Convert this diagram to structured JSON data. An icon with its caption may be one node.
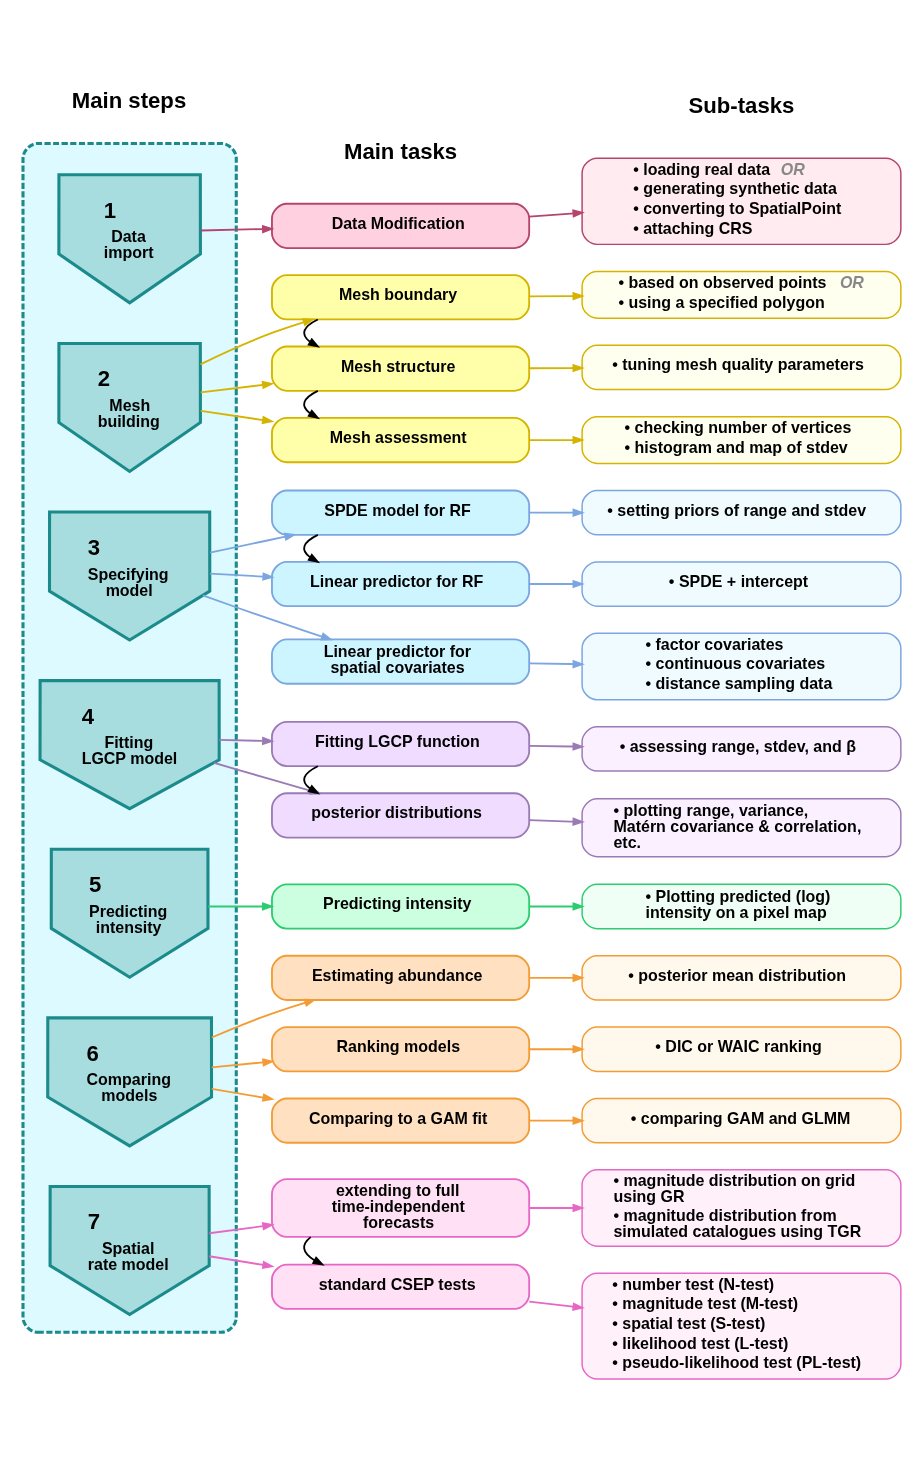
{
  "diagram": {
    "nodes": [
      {
        "text": [],
        "shape": "box"
      },
      {
        "text": [
          "1",
          "Data import"
        ],
        "in": 0
      },
      {
        "text": [
          "Data Modification"
        ]
      },
      {
        "text": [
          "• loading real data *OR*",
          "• generating synthetic data",
          "• converting to SpatialPoint",
          "• attaching CRS"
        ]
      },
      {
        "text": [
          "2",
          "Mesh building"
        ],
        "in": 0
      },
      {
        "text": [
          "Mesh boundary"
        ]
      },
      {
        "text": [
          "Mesh structure"
        ]
      },
      {
        "text": [
          "Mesh assessment"
        ]
      },
      {
        "text": [
          "• based on observed points *OR*",
          "• using a specified polygon"
        ]
      },
      {
        "text": [
          "• tuning mesh quality parameters"
        ]
      },
      {
        "text": [
          "• checking number of vertices",
          "• histogram and map of stdev"
        ]
      },
      {
        "text": [
          "3",
          "Specifying model"
        ],
        "in": 0
      },
      {
        "text": [
          "SPDE model for RF"
        ]
      },
      {
        "text": [
          "Linear predictor for RF"
        ]
      },
      {
        "text": [
          "Linear predictor for spatial covariates"
        ]
      },
      {
        "text": [
          "• setting priors of range and stdev"
        ]
      },
      {
        "text": [
          "• SPDE + intercept"
        ]
      },
      {
        "text": [
          "• factor covariates",
          "• continuous covariates",
          "• distance sampling data"
        ]
      },
      {
        "text": [
          "4",
          "Fitting LGCP model"
        ],
        "in": 0
      },
      {
        "text": [
          "Fitting LGCP function"
        ]
      },
      {
        "text": [
          "posterior distributions"
        ]
      },
      {
        "text": [
          "• assessing range, stdev, and β"
        ]
      },
      {
        "text": [
          "• plotting range, variance, Matérn covariance & correlation, etc."
        ]
      },
      {
        "text": [
          "5",
          "Predicting intensity"
        ],
        "in": 0
      },
      {
        "text": [
          "Predicting intensity"
        ]
      },
      {
        "text": [
          "• Plotting predicted (log) intensity on a pixel map"
        ]
      },
      {
        "text": [
          "6",
          "Comparing models"
        ],
        "in": 0
      },
      {
        "text": [
          "Estimating abundance"
        ]
      },
      {
        "text": [
          "Ranking models"
        ]
      },
      {
        "text": [
          "Comparing to a GAM fit"
        ]
      },
      {
        "text": [
          "• posterior mean distribution"
        ]
      },
      {
        "text": [
          "• DIC or WAIC ranking"
        ]
      },
      {
        "text": [
          "• comparing GAM and GLMM"
        ]
      },
      {
        "text": [
          "7",
          "Spatial rate model"
        ],
        "in": 0
      },
      {
        "text": [
          "extending to full time-independent forecasts"
        ]
      },
      {
        "text": [
          "standard CSEP tests"
        ]
      },
      {
        "text": [
          "• magnitude distribution on grid using GR",
          "• magnitude distribution from simulated catalogues using TGR"
        ]
      },
      {
        "text": [
          "• number test (N-test)",
          "• magnitude test (M-test)",
          "• spatial test (S-test)",
          "• likelihood test (L-test)",
          "• pseudo-likelihood test (PL-test)"
        ]
      }
    ],
    "edges": [
      {
        "from": 1,
        "to": 2,
        "arrow": "to",
        "color": "#b5446e"
      },
      {
        "from": 2,
        "to": 3,
        "arrow": "to",
        "color": "#b5446e"
      },
      {
        "from": 4,
        "to": 5,
        "arrow": "to",
        "color": "#d4b400"
      },
      {
        "from": 4,
        "to": 6,
        "arrow": "to",
        "color": "#d4b400"
      },
      {
        "from": 4,
        "to": 7,
        "arrow": "to",
        "color": "#d4b400"
      },
      {
        "from": 5,
        "to": 6,
        "arrow": "to",
        "color": "#000000"
      },
      {
        "from": 6,
        "to": 7,
        "arrow": "to",
        "color": "#000000"
      },
      {
        "from": 5,
        "to": 8,
        "arrow": "to",
        "color": "#d4b400"
      },
      {
        "from": 6,
        "to": 9,
        "arrow": "to",
        "color": "#d4b400"
      },
      {
        "from": 7,
        "to": 10,
        "arrow": "to",
        "color": "#d4b400"
      },
      {
        "from": 11,
        "to": 12,
        "arrow": "to",
        "color": "#7ba6e0"
      },
      {
        "from": 11,
        "to": 13,
        "arrow": "to",
        "color": "#7ba6e0"
      },
      {
        "from": 11,
        "to": 14,
        "arrow": "to",
        "color": "#7ba6e0"
      },
      {
        "from": 12,
        "to": 13,
        "arrow": "to",
        "color": "#000000"
      },
      {
        "from": 12,
        "to": 15,
        "arrow": "to",
        "color": "#7ba6e0"
      },
      {
        "from": 13,
        "to": 16,
        "arrow": "to",
        "color": "#7ba6e0"
      },
      {
        "from": 14,
        "to": 17,
        "arrow": "to",
        "color": "#7ba6e0"
      },
      {
        "from": 18,
        "to": 19,
        "arrow": "to",
        "color": "#9b7bb5"
      },
      {
        "from": 18,
        "to": 20,
        "arrow": "to",
        "color": "#9b7bb5"
      },
      {
        "from": 19,
        "to": 20,
        "arrow": "to",
        "color": "#000000"
      },
      {
        "from": 19,
        "to": 21,
        "arrow": "to",
        "color": "#9b7bb5"
      },
      {
        "from": 20,
        "to": 22,
        "arrow": "to",
        "color": "#9b7bb5"
      },
      {
        "from": 23,
        "to": 24,
        "arrow": "to",
        "color": "#2ecc71"
      },
      {
        "from": 24,
        "to": 25,
        "arrow": "to",
        "color": "#2ecc71"
      },
      {
        "from": 26,
        "to": 27,
        "arrow": "to",
        "color": "#f39c35"
      },
      {
        "from": 26,
        "to": 28,
        "arrow": "to",
        "color": "#f39c35"
      },
      {
        "from": 26,
        "to": 29,
        "arrow": "to",
        "color": "#f39c35"
      },
      {
        "from": 27,
        "to": 30,
        "arrow": "to",
        "color": "#f39c35"
      },
      {
        "from": 28,
        "to": 31,
        "arrow": "to",
        "color": "#f39c35"
      },
      {
        "from": 29,
        "to": 32,
        "arrow": "to",
        "color": "#f39c35"
      },
      {
        "from": 33,
        "to": 34,
        "arrow": "to",
        "color": "#e667c6"
      },
      {
        "from": 33,
        "to": 35,
        "arrow": "to",
        "color": "#e667c6"
      },
      {
        "from": 34,
        "to": 35,
        "arrow": "to",
        "color": "#000000"
      },
      {
        "from": 34,
        "to": 36,
        "arrow": "to",
        "color": "#e667c6"
      },
      {
        "from": 35,
        "to": 37,
        "arrow": "to",
        "color": "#e667c6"
      }
    ],
    "labels": [
      "Main steps",
      "Main tasks",
      "Sub-tasks"
    ]
  }
}
